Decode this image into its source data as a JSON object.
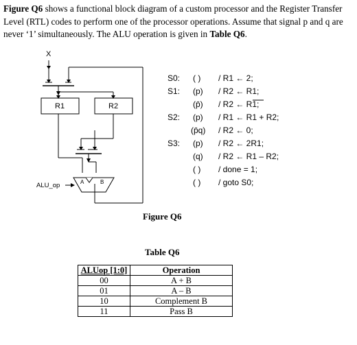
{
  "paragraph": {
    "fig_ref": "Figure Q6",
    "text1": " shows a functional block diagram of a custom processor and the Register Transfer Level (RTL) codes to perform one of the processor operations. Assume that signal p and q are never ‘1’ simultaneously. The ALU operation is given in ",
    "table_ref": "Table Q6",
    "text2": "."
  },
  "diagram": {
    "input_label": "X",
    "reg1_label": "R1",
    "reg2_label": "R2",
    "alu_a": "A",
    "alu_b": "B",
    "alu_op_label": "ALU_op"
  },
  "rtl": {
    "states": [
      "S0:",
      "S1:",
      "S2:",
      "S3:"
    ],
    "conditions": [
      "( )",
      "(p)",
      "(p̄)",
      "(p)",
      "(p̄q)",
      "(p)",
      "(q)",
      "( )",
      "( )"
    ],
    "actions": [
      "/ R1 ← 2;",
      "/ R2 ← R1;",
      "/ R2 ← R1;",
      "/ R1 ← R1 + R2;",
      "/ R2 ← 0;",
      "/ R2 ← 2R1;",
      "/ R2 ← R1 – R2;",
      "/ done = 1;",
      "/ goto S0;"
    ]
  },
  "figure_caption": "Figure Q6",
  "table_caption": "Table Q6",
  "table": {
    "headers": [
      "ALUop [1:0]",
      "Operation"
    ],
    "rows": [
      [
        "00",
        "A + B"
      ],
      [
        "01",
        "A – B"
      ],
      [
        "10",
        "Complement B"
      ],
      [
        "11",
        "Pass B"
      ]
    ]
  }
}
